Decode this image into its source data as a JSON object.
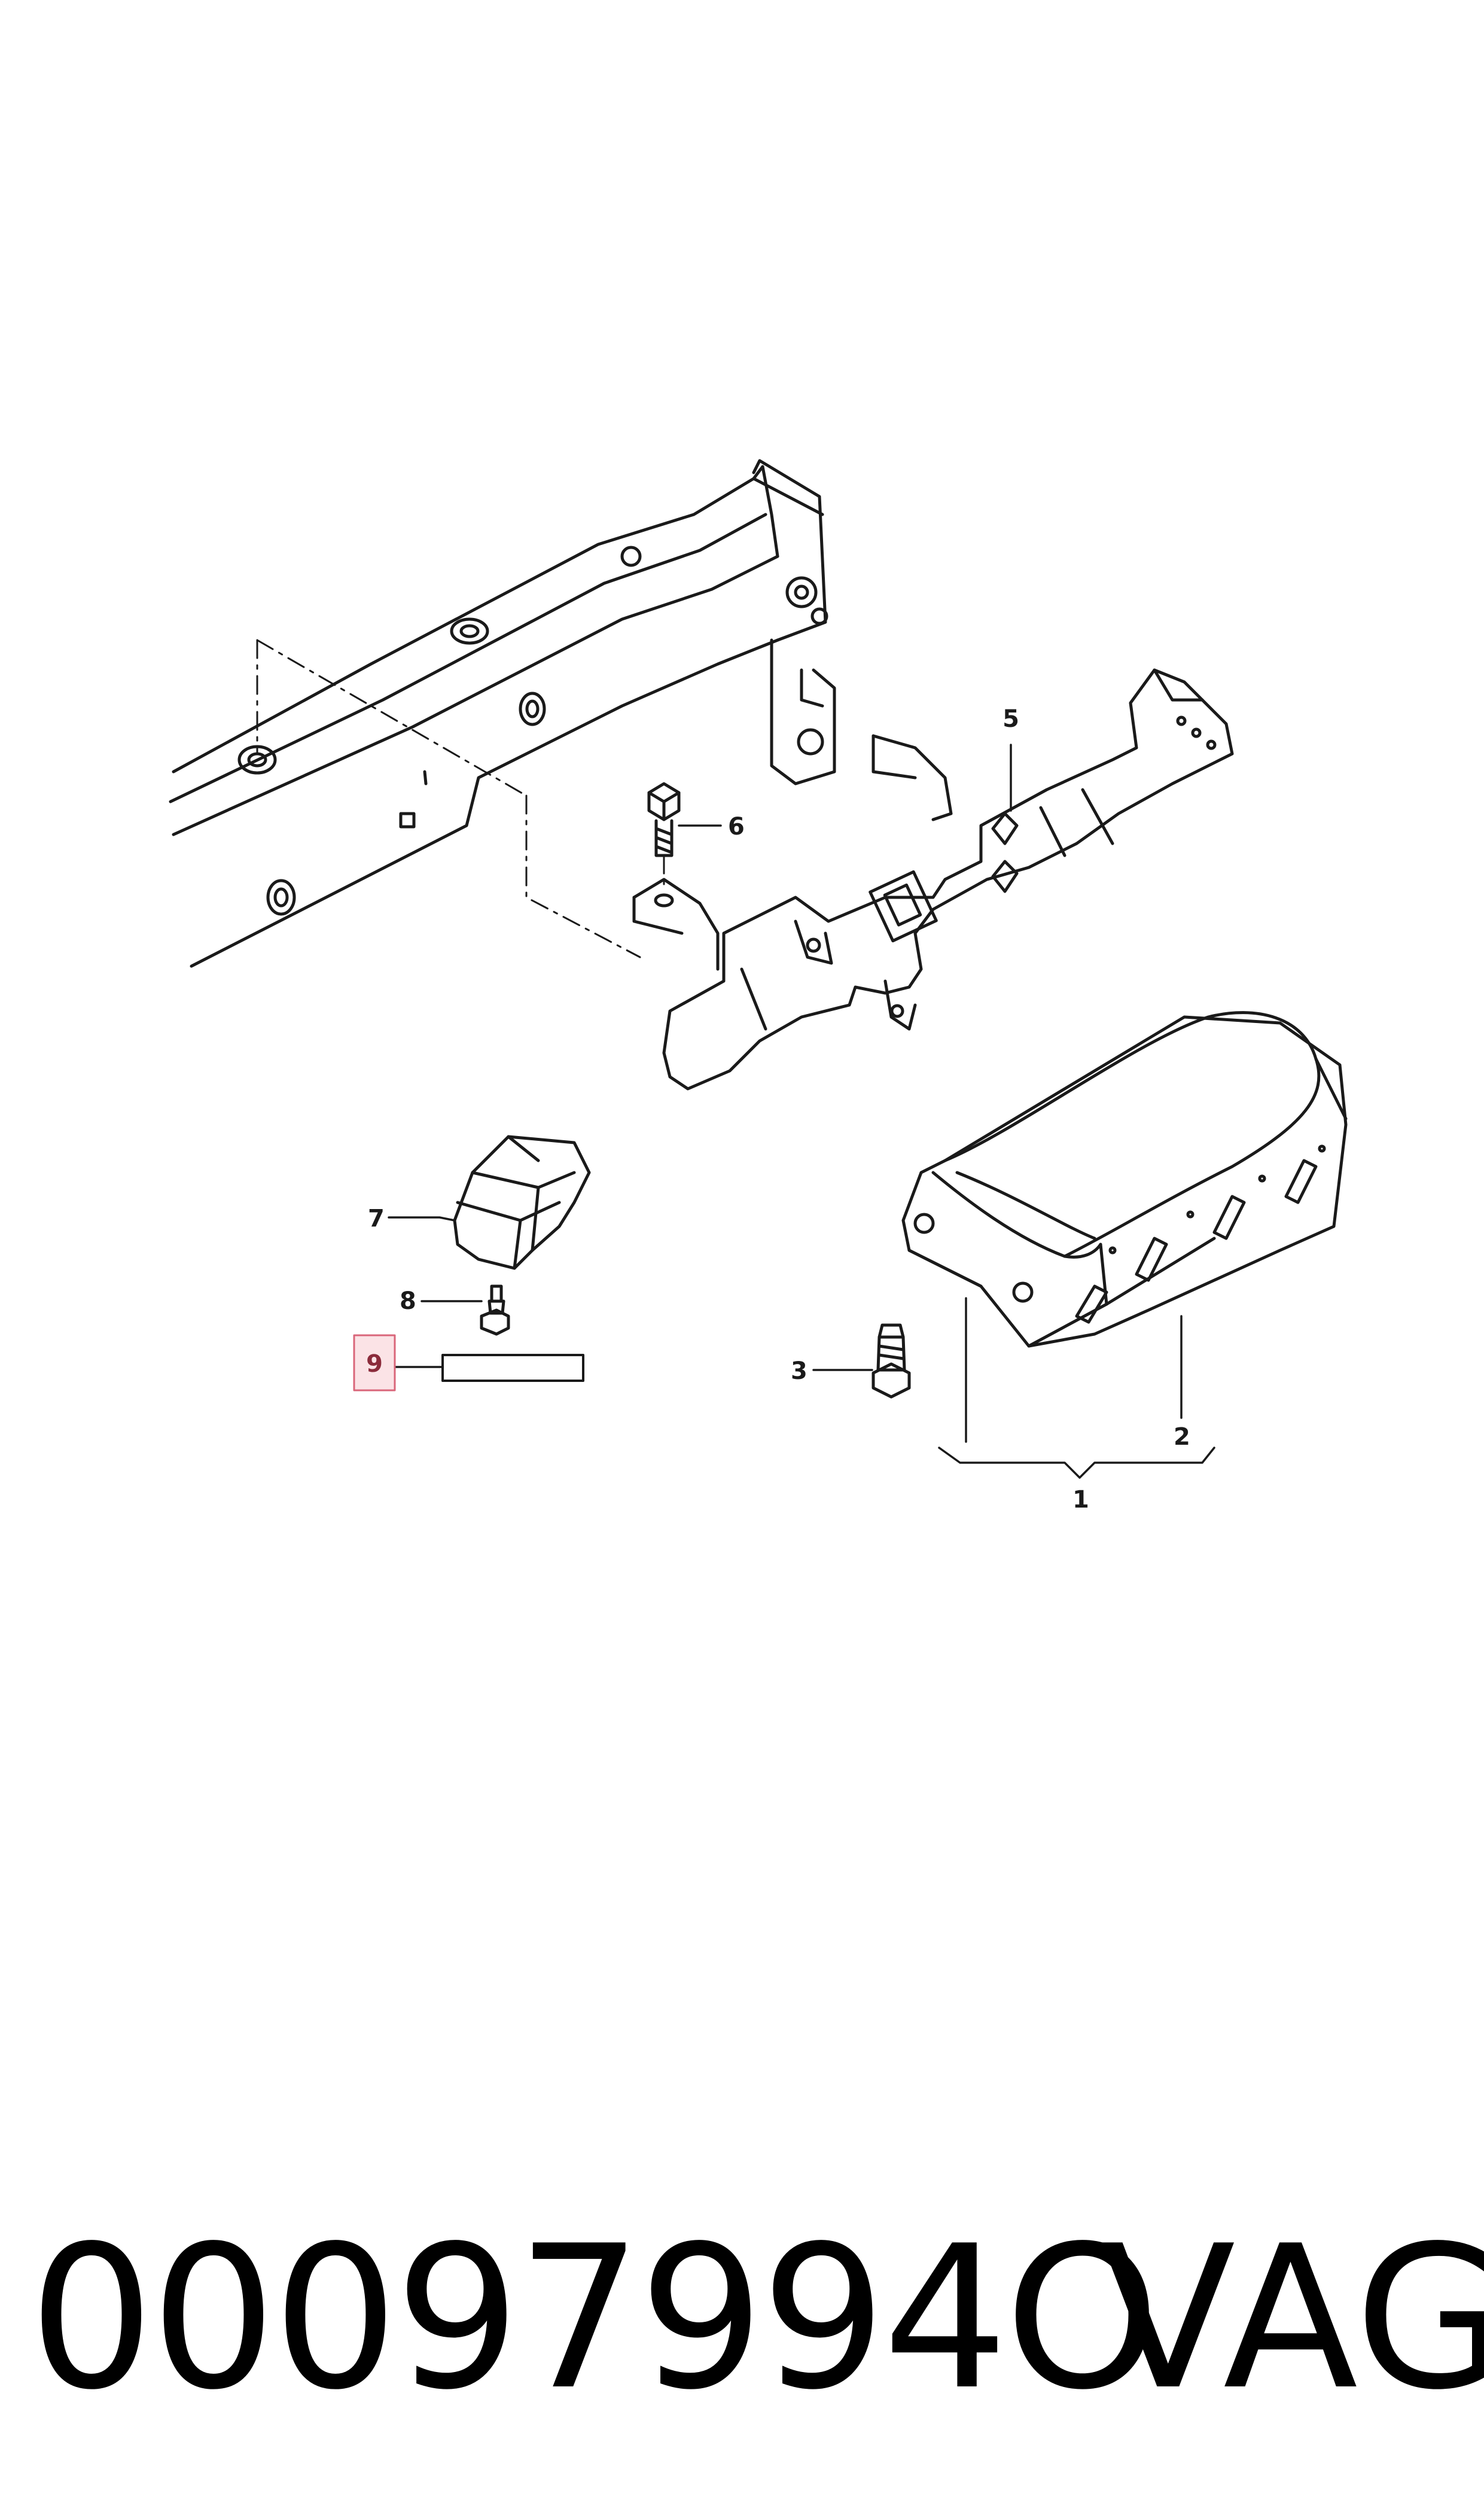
{
  "callouts": {
    "c1": "1",
    "c2": "2",
    "c3": "3",
    "c5": "5",
    "c6": "6",
    "c7": "7",
    "c8": "8",
    "c9": "9"
  },
  "footer": {
    "part_number": "00097994O",
    "brand": "VAG"
  },
  "colors": {
    "line": "#1a1a1a",
    "highlight_fill": "#fbe3e6",
    "highlight_stroke": "#d9667a",
    "highlight_text": "#8b2b3b"
  }
}
